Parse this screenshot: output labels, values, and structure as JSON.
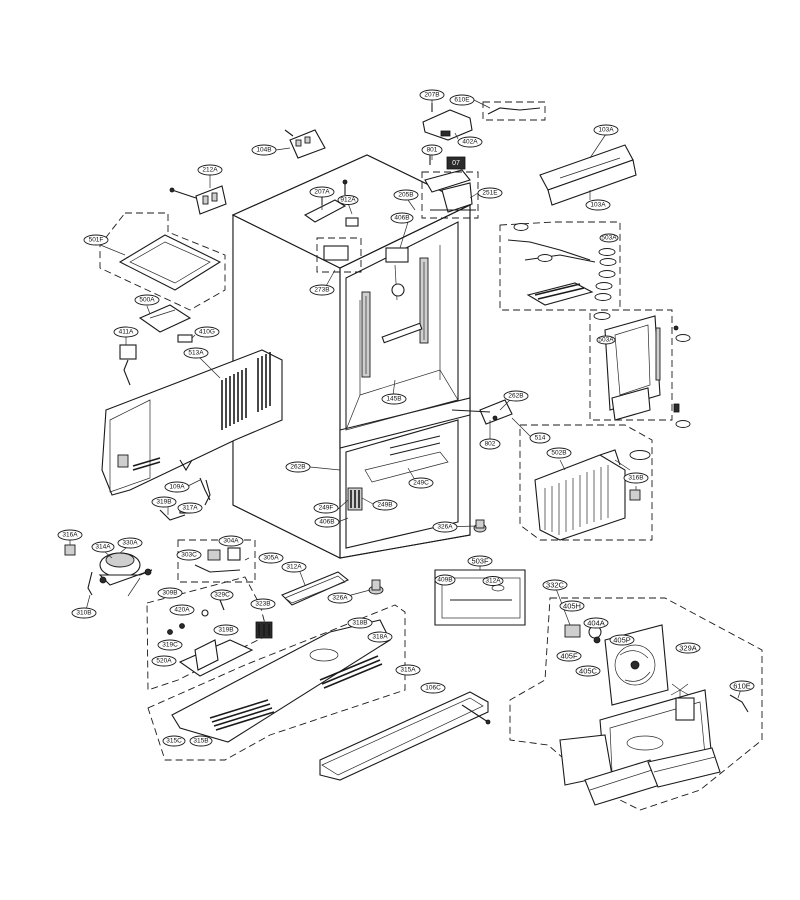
{
  "callouts": [
    {
      "id": "c1",
      "label": "207B"
    },
    {
      "id": "c2",
      "label": "610E"
    },
    {
      "id": "c3",
      "label": "104B"
    },
    {
      "id": "c4",
      "label": "402A"
    },
    {
      "id": "c5",
      "label": "801"
    },
    {
      "id": "c6",
      "label": "103A"
    },
    {
      "id": "c7",
      "label": "212A"
    },
    {
      "id": "c8",
      "label": "207A"
    },
    {
      "id": "c9",
      "label": "912A"
    },
    {
      "id": "c10",
      "label": "205B"
    },
    {
      "id": "c11",
      "label": "406B"
    },
    {
      "id": "c12",
      "label": "251E"
    },
    {
      "id": "c13",
      "label": "103A"
    },
    {
      "id": "c14",
      "label": "501F"
    },
    {
      "id": "c15",
      "label": "273B"
    },
    {
      "id": "c16",
      "label": "500A"
    },
    {
      "id": "c17",
      "label": "411A"
    },
    {
      "id": "c18",
      "label": "410G"
    },
    {
      "id": "c19",
      "label": "513A"
    },
    {
      "id": "c20",
      "label": "145B"
    },
    {
      "id": "c21",
      "label": "262B"
    },
    {
      "id": "c22",
      "label": "802"
    },
    {
      "id": "c23",
      "label": "514"
    },
    {
      "id": "c24",
      "label": "502B"
    },
    {
      "id": "c25",
      "label": "316B"
    },
    {
      "id": "c26",
      "label": "262B"
    },
    {
      "id": "c27",
      "label": "249C"
    },
    {
      "id": "c28",
      "label": "109A"
    },
    {
      "id": "c29",
      "label": "319B"
    },
    {
      "id": "c30",
      "label": "317A"
    },
    {
      "id": "c31",
      "label": "249F"
    },
    {
      "id": "c32",
      "label": "249B"
    },
    {
      "id": "c33",
      "label": "406B"
    },
    {
      "id": "c34",
      "label": "326A"
    },
    {
      "id": "c35",
      "label": "316A"
    },
    {
      "id": "c36",
      "label": "314A"
    },
    {
      "id": "c37",
      "label": "330A"
    },
    {
      "id": "c38",
      "label": "303C"
    },
    {
      "id": "c39",
      "label": "304A"
    },
    {
      "id": "c40",
      "label": "305A"
    },
    {
      "id": "c41",
      "label": "312A"
    },
    {
      "id": "c42",
      "label": "503F"
    },
    {
      "id": "c43",
      "label": "409B"
    },
    {
      "id": "c44",
      "label": "312A"
    },
    {
      "id": "c45",
      "label": "310B"
    },
    {
      "id": "c46",
      "label": "309B"
    },
    {
      "id": "c47",
      "label": "420A"
    },
    {
      "id": "c48",
      "label": "329C"
    },
    {
      "id": "c49",
      "label": "323B"
    },
    {
      "id": "c50",
      "label": "326A"
    },
    {
      "id": "c51",
      "label": "319C"
    },
    {
      "id": "c52",
      "label": "319B"
    },
    {
      "id": "c53",
      "label": "318B"
    },
    {
      "id": "c54",
      "label": "318A"
    },
    {
      "id": "c55",
      "label": "520A"
    },
    {
      "id": "c56",
      "label": "315A"
    },
    {
      "id": "c57",
      "label": "315C"
    },
    {
      "id": "c58",
      "label": "315B"
    },
    {
      "id": "c59",
      "label": "332C"
    },
    {
      "id": "c60",
      "label": "405H"
    },
    {
      "id": "c61",
      "label": "404A"
    },
    {
      "id": "c62",
      "label": "405P"
    },
    {
      "id": "c63",
      "label": "405F"
    },
    {
      "id": "c64",
      "label": "405C"
    },
    {
      "id": "c65",
      "label": "329A"
    },
    {
      "id": "c66",
      "label": "610E"
    },
    {
      "id": "c67",
      "label": "503A"
    },
    {
      "id": "c68",
      "label": "503A"
    },
    {
      "id": "c69",
      "label": "106C"
    }
  ]
}
